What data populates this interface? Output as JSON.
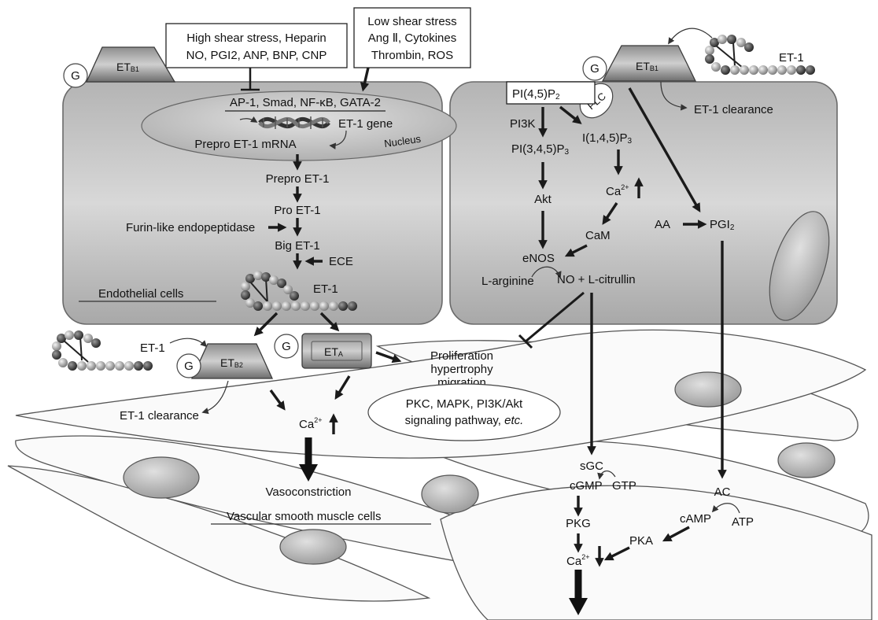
{
  "boxes": {
    "high_shear": [
      "High shear stress, Heparin",
      "NO, PGI2, ANP, BNP, CNP"
    ],
    "low_shear": [
      "Low shear stress",
      "Ang Ⅱ, Cytokines",
      "Thrombin, ROS"
    ]
  },
  "left_cell": {
    "transcription": "AP-1, Smad, NF-κB, GATA-2",
    "gene": "ET-1 gene",
    "nucleus": "Nucleus",
    "mrna": "Prepro ET-1 mRNA",
    "prepro": "Prepro ET-1",
    "pro": "Pro ET-1",
    "furin": "Furin-like endopeptidase",
    "big": "Big ET-1",
    "ece": "ECE",
    "et1": "ET-1",
    "cell_label": "Endothelial cells"
  },
  "receptors": {
    "g": "G",
    "etb1_base": "ET",
    "etb1_sub": "B1",
    "etb2_base": "ET",
    "etb2_sub": "B2",
    "eta_base": "ET",
    "eta_sub": "A"
  },
  "right_cell": {
    "pip2_base": "PI(4,5)P",
    "pip2_sub": "2",
    "plc": "PLC",
    "pi3k": "PI3K",
    "pip3_base": "PI(3,4,5)P",
    "pip3_sub": "3",
    "ip3_base": "I(1,4,5)P",
    "ip3_sub": "3",
    "ca": "Ca",
    "ca_sup": "2+",
    "akt": "Akt",
    "cam": "CaM",
    "enos": "eNOS",
    "larg": "L-arginine",
    "no": "NO + L-citrullin",
    "aa": "AA",
    "pgi_base": "PGI",
    "pgi_sub": "2",
    "clearance": "ET-1 clearance",
    "et1": "ET-1"
  },
  "vsmc": {
    "et1": "ET-1",
    "clearance": "ET-1 clearance",
    "prolif": [
      "Proliferation",
      "hypertrophy",
      "migration"
    ],
    "pathway": [
      "PKC, MAPK, PI3K/Akt",
      "signaling pathway, "
    ],
    "etc": "etc.",
    "ca": "Ca",
    "ca_sup": "2+",
    "vasocon": "Vasoconstriction",
    "cell_label": "Vascular smooth muscle cells",
    "sgc": "sGC",
    "cgmp": "cGMP",
    "gtp": "GTP",
    "pkg": "PKG",
    "ac": "AC",
    "camp": "cAMP",
    "atp": "ATP",
    "pka": "PKA"
  }
}
